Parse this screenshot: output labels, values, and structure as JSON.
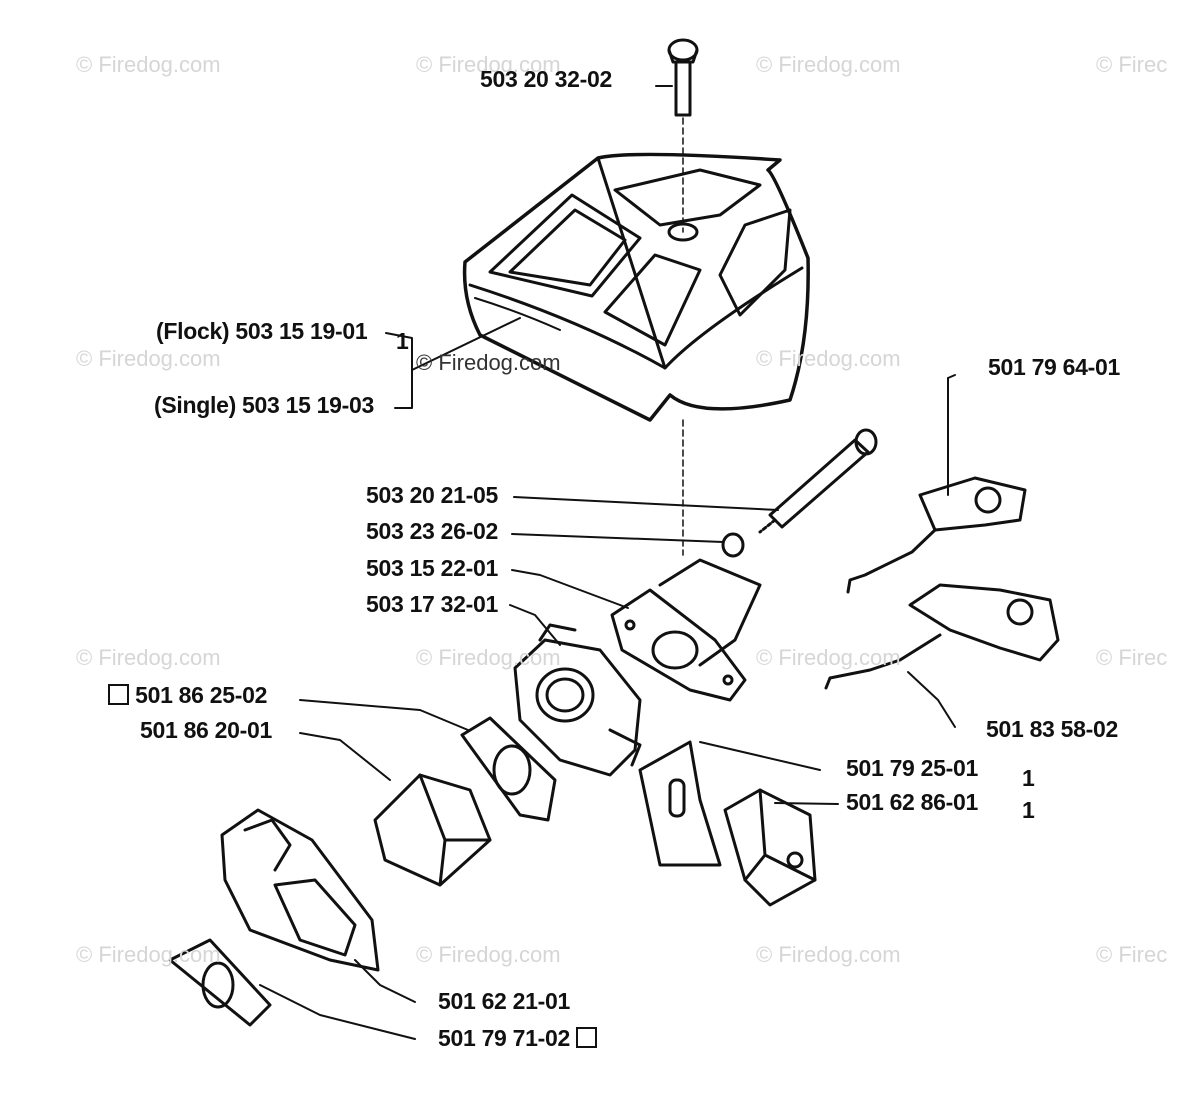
{
  "watermark": "© Firedog.com",
  "watermark_cut": "© Firec",
  "labels": {
    "screw_top": "503 20 32-02",
    "cover_flock": "(Flock) 503 15 19-01",
    "cover_single": "(Single) 503 15 19-03",
    "rod_right": "501 79 64-01",
    "bolt": "503 20 21-05",
    "washer": "503 23 26-02",
    "intake": "503 15 22-01",
    "carb": "503 17 32-01",
    "kit": "501 86 25-02",
    "gasket": "501 86 20-01",
    "choke": "501 83 58-02",
    "plate": "501 79 25-01",
    "filter_block": "501 62 86-01",
    "frame_gasket": "501 62 21-01",
    "bottom_gasket": "501 79 71-02",
    "mark_1": "1",
    "mark_2": "1",
    "mark_3": "1"
  },
  "colors": {
    "ink": "#111111",
    "watermark": "#d6d6d6"
  },
  "icons": {
    "kit_marker": "square-outline-icon"
  }
}
